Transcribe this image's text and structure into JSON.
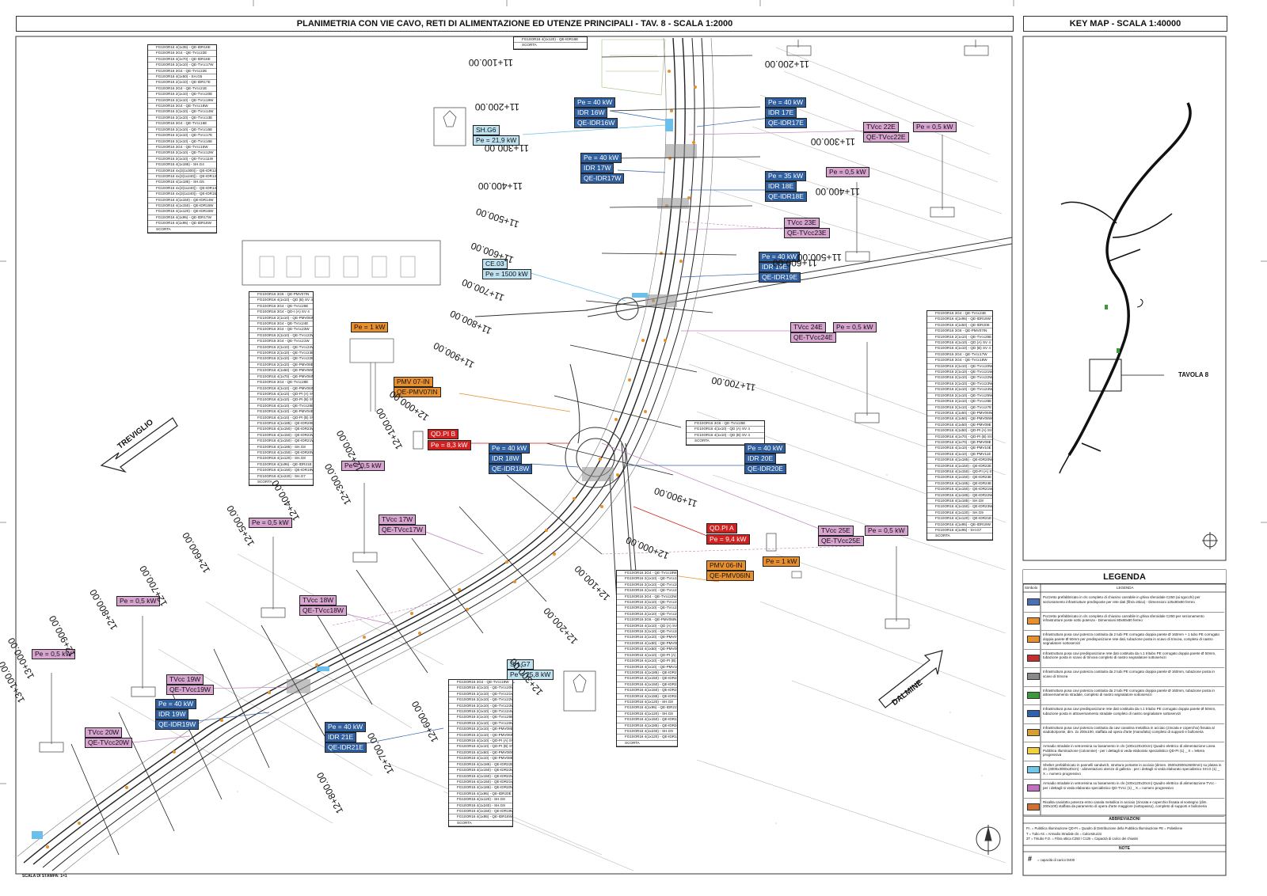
{
  "main_title": "PLANIMETRIA CON VIE CAVO, RETI DI ALIMENTAZIONE ED UTENZE PRINCIPALI - TAV. 8 - SCALA 1:2000",
  "keymap": {
    "title": "KEY MAP - SCALA 1:40000",
    "tavola_label": "TAVOLA 8"
  },
  "legend": {
    "title": "LEGENDA",
    "col_symbol": "Simbolo",
    "col_legend": "LEGENDA",
    "rows": [
      {
        "color": "#4a6fb5",
        "text": "Pozzetto prefabbricato in cls completo di chiusino carrabile in ghisa sferoidale C250 (ai sgocchi) per sezionamento infrastrutture predisposte per rete dati (fibra ottica) - Dimensioni 125x80x80 ferreo"
      },
      {
        "color": "#e8902e",
        "text": "Pozzetto prefabbricato in cls completo di chiusino carrabile in ghisa sferoidale C250 per sezionamento infrastrutture poste sotto potenza - Dimensioni 80x80x80 ferreo"
      },
      {
        "color": "#e8902e",
        "text": "Infrastruttura posa cavi potenza costituita da 2 tubi PE corrugato doppia parete Ø 160mm + 1 tubo PE corrugato doppia parete Ø 50mm per predisposizione rete dati, tubazione posta in scavo di trincea, completo di nastro segnalatore sottoservizi"
      },
      {
        "color": "#c03030",
        "text": "Infrastruttura posa cavi predisposizione rete dati costituita da n.1 tritubo PE corrugato doppia parete Ø 50mm, tubazione posta in scavo di trincea completo di nastro segnalatore sottoservizi"
      },
      {
        "color": "#8a8a8a",
        "text": "Infrastruttura posa cavi potenza costituita da 2 tubi PE corrugato doppia parete Ø 160mm, tubazione posta in scavo di trincea"
      },
      {
        "color": "#3a9a3a",
        "text": "Infrastruttura posa cavi potenza costituita da 2 tubi PE corrugato doppia parete Ø 160mm, tubazione posta in attraversamento stradale, completo di nastro segnalatore sottoservizi"
      },
      {
        "color": "#3060b0",
        "text": "Infrastruttura posa cavi predisposizione rete dati costituita da n.1 tritubo PE corrugato doppia parete Ø 50mm, tubazione posta in attraversamento stradale completo di nastro segnalatore sottoservizi"
      },
      {
        "color": "#d8a030",
        "text": "Infrastruttura posa cavi potenza costituita da cavi canalina metallica in acciaio (zincata e coperchio) fissata al viadotto/ponte, dim. 2x 200x100, staffata ad opera d'arte (manufatto) completo di supporti e bulloneria"
      },
      {
        "color": "#f0d040",
        "text": "Armadio stradale in vetroresina su basamento in cls (100x120x20cm) Quadro elettrico di alimentazione Linea Pubblica Illuminazione (colonnine) - per i dettagli si veda elaborato specialistico QD-PI (1) _ X = lettera progressiva"
      },
      {
        "color": "#70c8e8",
        "text": "Shelter prefabbricato in pannelli sandwich, struttura portante in acciaio (dimen. 2500x2500x2600mm) su platea in cls (3000x3000x40cm) - alimentazioni utenze di galleria - per i dettagli si veda elaborato specialistico SH.G (1) _ X = numero progressivo"
      },
      {
        "color": "#c070c0",
        "text": "Armadio stradale in vetroresina su basamento in cls (100x120x20cm) Quadro elettrico di alimentazione TVcc - per i dettagli si veda elaborato specialistico QD-TVcc (1) _ X = numero progressivo"
      },
      {
        "color": "#d07030",
        "text": "Risalita cavidotto potenza entro canala metallica in acciaio (zincata e coperchio fissata al sostegno (dim. 200x100) staffata da paramento di opera d'arte maggiore (sottopasso), completo di supporti e bulloneria"
      }
    ],
    "abbrev_title": "ABBREVIAZIONI",
    "abbrev": [
      "P.I. = Pubblica Illuminazione   QD-PI = Quadro di Distribuzione della Pubblica Illuminazione   PE = Polietilene",
      "T = Tubo   AS = Armadio Stradale   cls = Calcestruzzo",
      "3T = Tritubo   F.O. = Fibra ottica   C250 / C125 = Capacità di carico dei chiusini"
    ],
    "note_title": "NOTE",
    "note": "= capacità di carico D400"
  },
  "scale_note": "SCALA DI STAMPA: 1=1",
  "direction_labels": {
    "treviglio": "TREVIGLIO",
    "dalmine": "DALMINE"
  },
  "tags": [
    {
      "text": "Pe = 40 kW",
      "style": "blue"
    },
    {
      "text": "IDR 16W",
      "style": "blue"
    },
    {
      "text": "QE-IDR16W",
      "style": "blue"
    },
    {
      "text": "SH.G6",
      "style": "lblue"
    },
    {
      "text": "Pe = 21,9 kW",
      "style": "lblue"
    },
    {
      "text": "Pe = 40 kW",
      "style": "blue"
    },
    {
      "text": "IDR 17E",
      "style": "blue"
    },
    {
      "text": "QE-IDR17E",
      "style": "blue"
    },
    {
      "text": "TVcc 22E",
      "style": "pink"
    },
    {
      "text": "QE-TVcc22E",
      "style": "pink"
    },
    {
      "text": "Pe = 0,5 kW",
      "style": "pink"
    },
    {
      "text": "Pe = 40 kW",
      "style": "blue"
    },
    {
      "text": "IDR 17W",
      "style": "blue"
    },
    {
      "text": "QE-IDR17W",
      "style": "blue"
    },
    {
      "text": "Pe = 35 kW",
      "style": "blue"
    },
    {
      "text": "IDR 18E",
      "style": "blue"
    },
    {
      "text": "QE-IDR18E",
      "style": "blue"
    },
    {
      "text": "Pe = 0,5 kW",
      "style": "pink"
    },
    {
      "text": "TVcc 23E",
      "style": "pink"
    },
    {
      "text": "QE-TVcc23E",
      "style": "pink"
    },
    {
      "text": "CE.03",
      "style": "lblue"
    },
    {
      "text": "Pe = 1500 kW",
      "style": "lblue"
    },
    {
      "text": "Pe = 40 kW",
      "style": "blue"
    },
    {
      "text": "IDR 19E",
      "style": "blue"
    },
    {
      "text": "QE-IDR19E",
      "style": "blue"
    },
    {
      "text": "Pe = 1 kW",
      "style": "orange"
    },
    {
      "text": "TVcc 24E",
      "style": "pink"
    },
    {
      "text": "QE-TVcc24E",
      "style": "pink"
    },
    {
      "text": "Pe = 0,5 kW",
      "style": "pink"
    },
    {
      "text": "PMV 07-IN",
      "style": "orange"
    },
    {
      "text": "QE-PMV07IN",
      "style": "orange"
    },
    {
      "text": "QD.PI B",
      "style": "red"
    },
    {
      "text": "Pe = 8,3 kW",
      "style": "red"
    },
    {
      "text": "Pe = 40 kW",
      "style": "blue"
    },
    {
      "text": "IDR 18W",
      "style": "blue"
    },
    {
      "text": "QE-IDR18W",
      "style": "blue"
    },
    {
      "text": "Pe = 40 kW",
      "style": "blue"
    },
    {
      "text": "IDR 20E",
      "style": "blue"
    },
    {
      "text": "QE-IDR20E",
      "style": "blue"
    },
    {
      "text": "Pe = 0,5 kW",
      "style": "pink"
    },
    {
      "text": "TVcc 17W",
      "style": "pink"
    },
    {
      "text": "QE-TVcc17W",
      "style": "pink"
    },
    {
      "text": "Pe = 0,5 kW",
      "style": "pink"
    },
    {
      "text": "QD.PI A",
      "style": "red"
    },
    {
      "text": "Pe = 9,4 kW",
      "style": "red"
    },
    {
      "text": "TVcc 25E",
      "style": "pink"
    },
    {
      "text": "QE-TVcc25E",
      "style": "pink"
    },
    {
      "text": "Pe = 0,5 kW",
      "style": "pink"
    },
    {
      "text": "PMV 06-IN",
      "style": "orange"
    },
    {
      "text": "QE-PMV06IN",
      "style": "orange"
    },
    {
      "text": "Pe = 1 kW",
      "style": "orange"
    },
    {
      "text": "Pe = 0,5 kW",
      "style": "pink"
    },
    {
      "text": "TVcc 18W",
      "style": "pink"
    },
    {
      "text": "QE-TVcc18W",
      "style": "pink"
    },
    {
      "text": "Pe = 0,5 kW",
      "style": "pink"
    },
    {
      "text": "SH.G7",
      "style": "lblue"
    },
    {
      "text": "Pe = 25,8 kW",
      "style": "lblue"
    },
    {
      "text": "TVcc 19W",
      "style": "pink"
    },
    {
      "text": "QE-TVcc19W",
      "style": "pink"
    },
    {
      "text": "Pe = 40 kW",
      "style": "blue"
    },
    {
      "text": "IDR 19W",
      "style": "blue"
    },
    {
      "text": "QE-IDR19W",
      "style": "blue"
    },
    {
      "text": "Pe = 40 kW",
      "style": "blue"
    },
    {
      "text": "IDR 21E",
      "style": "blue"
    },
    {
      "text": "QE-IDR21E",
      "style": "blue"
    },
    {
      "text": "TVcc 20W",
      "style": "pink"
    },
    {
      "text": "QE-TVcc20W",
      "style": "pink"
    }
  ],
  "chainages": [
    "11+100.00",
    "11+200.00",
    "11+300.00",
    "11+400.00",
    "11+500.00",
    "11+600.00",
    "11+700.00",
    "11+800.00",
    "11+900.00",
    "12+000.00",
    "12+100.00",
    "12+200.00",
    "12+300.00",
    "12+400.00",
    "12+500.00",
    "12+600.00",
    "12+700.00",
    "12+800.00",
    "12+900.00",
    "13+000.00",
    "13+100.00",
    "11+200.00",
    "11+300.00",
    "11+400.00",
    "11+500.00",
    "11+600.00",
    "11+700.00",
    "11+900.00",
    "12+000.00",
    "12+100.00",
    "12+200.00",
    "12+300.00",
    "12+600.00",
    "12+700.00",
    "12+800.00"
  ],
  "tables": {
    "t1": [
      "FG10OR16 4(1x35) - QE-IDR16E",
      "FG10OR16 3G4 - QE-TVcc22E",
      "FG10OR16 4(1x70) - QE-IDR16E",
      "FG10OR16 2(1x10) - QE-TVcc17W",
      "FG10OR16 3G4 - QE-TVcc22E",
      "FG10OR16 4(1x50) - SH.G5",
      "FG10OR16 2(1x10) - QE-IDR17E",
      "FG10OR16 3G4 - QE-TVcc21E",
      "FG10OR16 2(1x10) - QE-TVcc20E",
      "FG10OR16 2(1x10) - QE-TVcc19W",
      "FG10OR16 3G4 - QE-TVcc18W",
      "FG10OR16 2(1x10) - QE-TVcc14W",
      "FG10OR16 2(1x10) - QE-TVcc13E",
      "FG10OR16 3G4 - QE-TVcc16E",
      "FG10OR16 2(1x10) - QE-TVcc15E",
      "FG10OR16 2(1x10) - QE-TVcc17E",
      "FG10OR16 2(1x10) - QE-TVcc16E",
      "FG10OR16 3G4 - QE-TVcc15W",
      "FG10OR16 2(1x10) - QE-TVcc12W",
      "FG10OR16 2(1x10) - QE-TVcc11W",
      "FG10OR16 4(1x185) - SH.G4",
      "FG10OR16 4x(3(1x300)) - QE-IDR12W",
      "FG10OR16 4x(3(1x240)) - QE-IDR13E",
      "FG10OR16 4(1x185) - SH.G5",
      "FG10OR16 4x(3(1x240)) - QE-IDR14E",
      "FG10OR16 4x(3(1x240)) - QE-IDR15E",
      "FG10OR16 4(1x150) - QE-IDR14W",
      "FG10OR16 4(1x150) - QE-IDR15W",
      "FG10OR16 4(1x120) - QE-IDR16W",
      "FG10OR16 4(1x95) - QE-IDR17W",
      "FG10OR16 4(1x95) - QE-IDR18W",
      "SCORTA"
    ],
    "t2": [
      "FG10OR16 4(1x120) - QE-IDR16E",
      "SCORTA"
    ],
    "t3": [
      "FG10OR16 3G6 - QE-PMV07IN",
      "FG10OR16 4(1x10) - QD (B) SV 4",
      "FG10OR16 3G4 - QE-TVcc25E",
      "FG10OR16 3G4 - QD-I (A) SV 4",
      "FG10OR16 2(1x10) - QE-PMV06IN",
      "FG10OR16 3G4 - QE-TVcc24E",
      "FG10OR16 3G4 - QE-TVcc23W",
      "FG10OR16 2(1x10) - QE-TVcc22W",
      "FG10OR16 3G4 - QE-TVcc21W",
      "FG10OR16 2(1x10) - QE-TVcc24W",
      "FG10OR16 2(1x10) - QE-TVcc23E",
      "FG10OR16 2(1x10) - QE-TVcc22E",
      "FG10OR16 2(1x10) - QE-PMV08E",
      "FG10OR16 4(1x50) - QE-PMV08W",
      "FG10OR16 4(1x70) - QE-PMV06IN",
      "FG10OR16 3G4 - QE-TVcc28E",
      "FG10OR16 4(1x10) - QE-PMV06IN",
      "FG10OR16 4(1x10) - QD-PI (A) SV 5",
      "FG10OR16 4(1x10) - QD-PI (B) SV 5",
      "FG10OR16 4(1x10) - QE-TVcc28E",
      "FG10OR16 4(1x10) - QE-PMV04E",
      "FG10OR16 4(1x10) - QD-PI (B) SV 6",
      "FG10OR16 4(1x185) - QE-IDR20E",
      "FG10OR16 4(1x150) - QE-IDR23W",
      "FG10OR16 4(1x150) - QE-IDR22W",
      "FG10OR16 4(1x150) - QE-IDR21W",
      "FG10OR16 4(1x185) - SH.G8",
      "FG10OR16 4(1x150) - QE-IDR20W",
      "FG10OR16 4(1x120) - SH.G8",
      "FG10OR16 4(1x95) - QE-IDR21E",
      "FG10OR16 4(1x150) - QE-IDR19W",
      "FG10OR16 4(1x240) - SH.G7",
      "SCORTA"
    ],
    "t4": [
      "FG10OR16 3G6 - QE-TVcc25E",
      "FG10OR16 4(1x10) - QD (A) SV 4",
      "FG10OR16 4(1x10) - QD (B) SV 4",
      "SCORTA"
    ],
    "t5": [
      "FG10OR16 3G4 - QE-TVcc24E",
      "FG10OR16 4(1x95) - QE-IDR19W",
      "FG10OR16 4(1x50) - QE-IDR20E",
      "FG10OR16 3G6 - QE-PMV07IN",
      "FG10OR16 2(1x10) - QE-TVcc25E",
      "FG10OR16 4(1x10) - QD (A) SV 4",
      "FG10OR16 4(1x10) - QD (B) SV 4",
      "FG10OR16 3G4 - QE-TVcc17W",
      "FG10OR16 3G4 - QE-TVcc18W",
      "FG10OR16 2(1x10) - QE-TVcc20W",
      "FG10OR16 2(1x10) - QE-TVcc21W",
      "FG10OR16 2(1x10) - QE-TVcc22W",
      "FG10OR16 2(1x10) - QE-TVcc23W",
      "FG10OR16 2(1x10) - QE-TVcc24W",
      "FG10OR16 2(1x10) - QE-TVcc25W",
      "FG10OR16 2(1x10) - QE-TVcc26E",
      "FG10OR16 2(1x10) - QE-TVcc27E",
      "FG10OR16 4(1x50) - QE-PMV06IN",
      "FG10OR16 4(1x50) - QE-PMV08W",
      "FG10OR16 4(1x50) - QE-PMV09E",
      "FG10OR16 4(1x50) - QD-PI (A) SV 5",
      "FG10OR16 4(1x70) - QD-PI (B) SV 5",
      "FG10OR16 4(1x70) - QE-PMV08E",
      "FG10OR16 4(1x10) - QE-PMV10E",
      "FG10OR16 4(1x10) - QE-PMV11E",
      "FG10OR16 4(1x185) - QE-IDR20W",
      "FG10OR16 4(1x150) - QE-IDR22E",
      "FG10OR16 4(1x150) - QD-PI (A) SV 6",
      "FG10OR16 4(1x150) - QE-IDR23E",
      "FG10OR16 4(1x185) - QE-IDR24E",
      "FG10OR16 4(1x150) - QE-IDR21W",
      "FG10OR16 4(1x185) - QE-IDR22W",
      "FG10OR16 4(1x185) - SH.G8",
      "FG10OR16 4(1x150) - QE-IDR23W",
      "FG10OR16 4(1x120) - SH.G9",
      "FG10OR16 4(1x120) - QE-IDR21E",
      "FG10OR16 4(1x95) - QE-IDR19W",
      "FG10OR16 4(1x95) - SH.G7",
      "SCORTA"
    ],
    "t6": [
      "FG10OR16 3G4 - QE-TVcc18W",
      "FG10OR16 2(1x10) - QE-TVcc19W",
      "FG10OR16 2(1x10) - QE-TVcc20W",
      "FG10OR16 2(1x10) - QE-TVcc21W",
      "FG10OR16 3G4 - QE-TVcc22W",
      "FG10OR16 2(1x10) - QE-TVcc23W",
      "FG10OR16 2(1x10) - QE-TVcc24W",
      "FG10OR16 2(1x10) - QE-TVcc25E",
      "FG10OR16 3G6 - QE-PMV06IN",
      "FG10OR16 4(1x10) - QD (A) SV 4",
      "FG10OR16 2(1x10) - QE-TVcc26E",
      "FG10OR16 2(1x10) - QE-PMV07IN",
      "FG10OR16 4(1x50) - QE-PMV08E",
      "FG10OR16 4(1x50) - QE-PMV09W",
      "FG10OR16 4(1x10) - QD-PI (A) SV 5",
      "FG10OR16 4(1x10) - QD-PI (B) SV 5",
      "FG10OR16 4(1x10) - QE-PMV10E",
      "FG10OR16 4(1x185) - QE-IDR21E",
      "FG10OR16 4(1x150) - QE-IDR22W",
      "FG10OR16 4(1x150) - QE-IDR22E",
      "FG10OR16 4(1x150) - QE-IDR23W",
      "FG10OR16 4(1x185) - QE-IDR24E",
      "FG10OR16 4(1x120) - SH.G8",
      "FG10OR16 4(1x95) - QE-IDR21W",
      "FG10OR16 4(1x120) - SH.G8",
      "FG10OR16 4(1x150) - QE-IDR19W",
      "FG10OR16 4(1x185) - QE-IDR20W",
      "FG10OR16 4(1x240) - SH.G9",
      "FG10OR16 4(1x120) - QE-IDR18W",
      "SCORTA"
    ],
    "t7": [
      "FG10OR16 3G4 - QE-TVcc19W",
      "FG10OR16 4(1x10) - QE-TVcc20W",
      "FG10OR16 2(1x10) - QE-TVcc21W",
      "FG10OR16 2(1x10) - QE-TVcc22W",
      "FG10OR16 2(1x10) - QE-TVcc23W",
      "FG10OR16 2(1x10) - QE-TVcc24W",
      "FG10OR16 2(1x10) - QE-TVcc25E",
      "FG10OR16 2(1x10) - QE-TVcc26W",
      "FG10OR16 2(1x10) - QE-PMV08E",
      "FG10OR16 2(1x10) - QE-PMV06IN",
      "FG10OR16 4(1x10) - QD-PI (A) SV 5",
      "FG10OR16 4(1x10) - QD-PI (B) SV 5",
      "FG10OR16 4(1x50) - QE-PMV08W",
      "FG10OR16 4(1x10) - QE-PMV08E",
      "FG10OR16 4(1x185) - QE-IDR22E",
      "FG10OR16 4(1x150) - QE-IDR23W",
      "FG10OR16 4(1x150) - QE-IDR22W",
      "FG10OR16 4(1x150) - QE-IDR21W",
      "FG10OR16 4(1x185) - QE-IDR20W",
      "FG10OR16 4(1x95) - QE-IDR20E",
      "FG10OR16 4(1x120) - SH.G8",
      "FG10OR16 4(1x240) - SH.G9",
      "FG10OR16 4(1x150) - QE-IDR19W",
      "FG10OR16 4(1x95) - QE-IDR18W",
      "SCORTA"
    ]
  }
}
